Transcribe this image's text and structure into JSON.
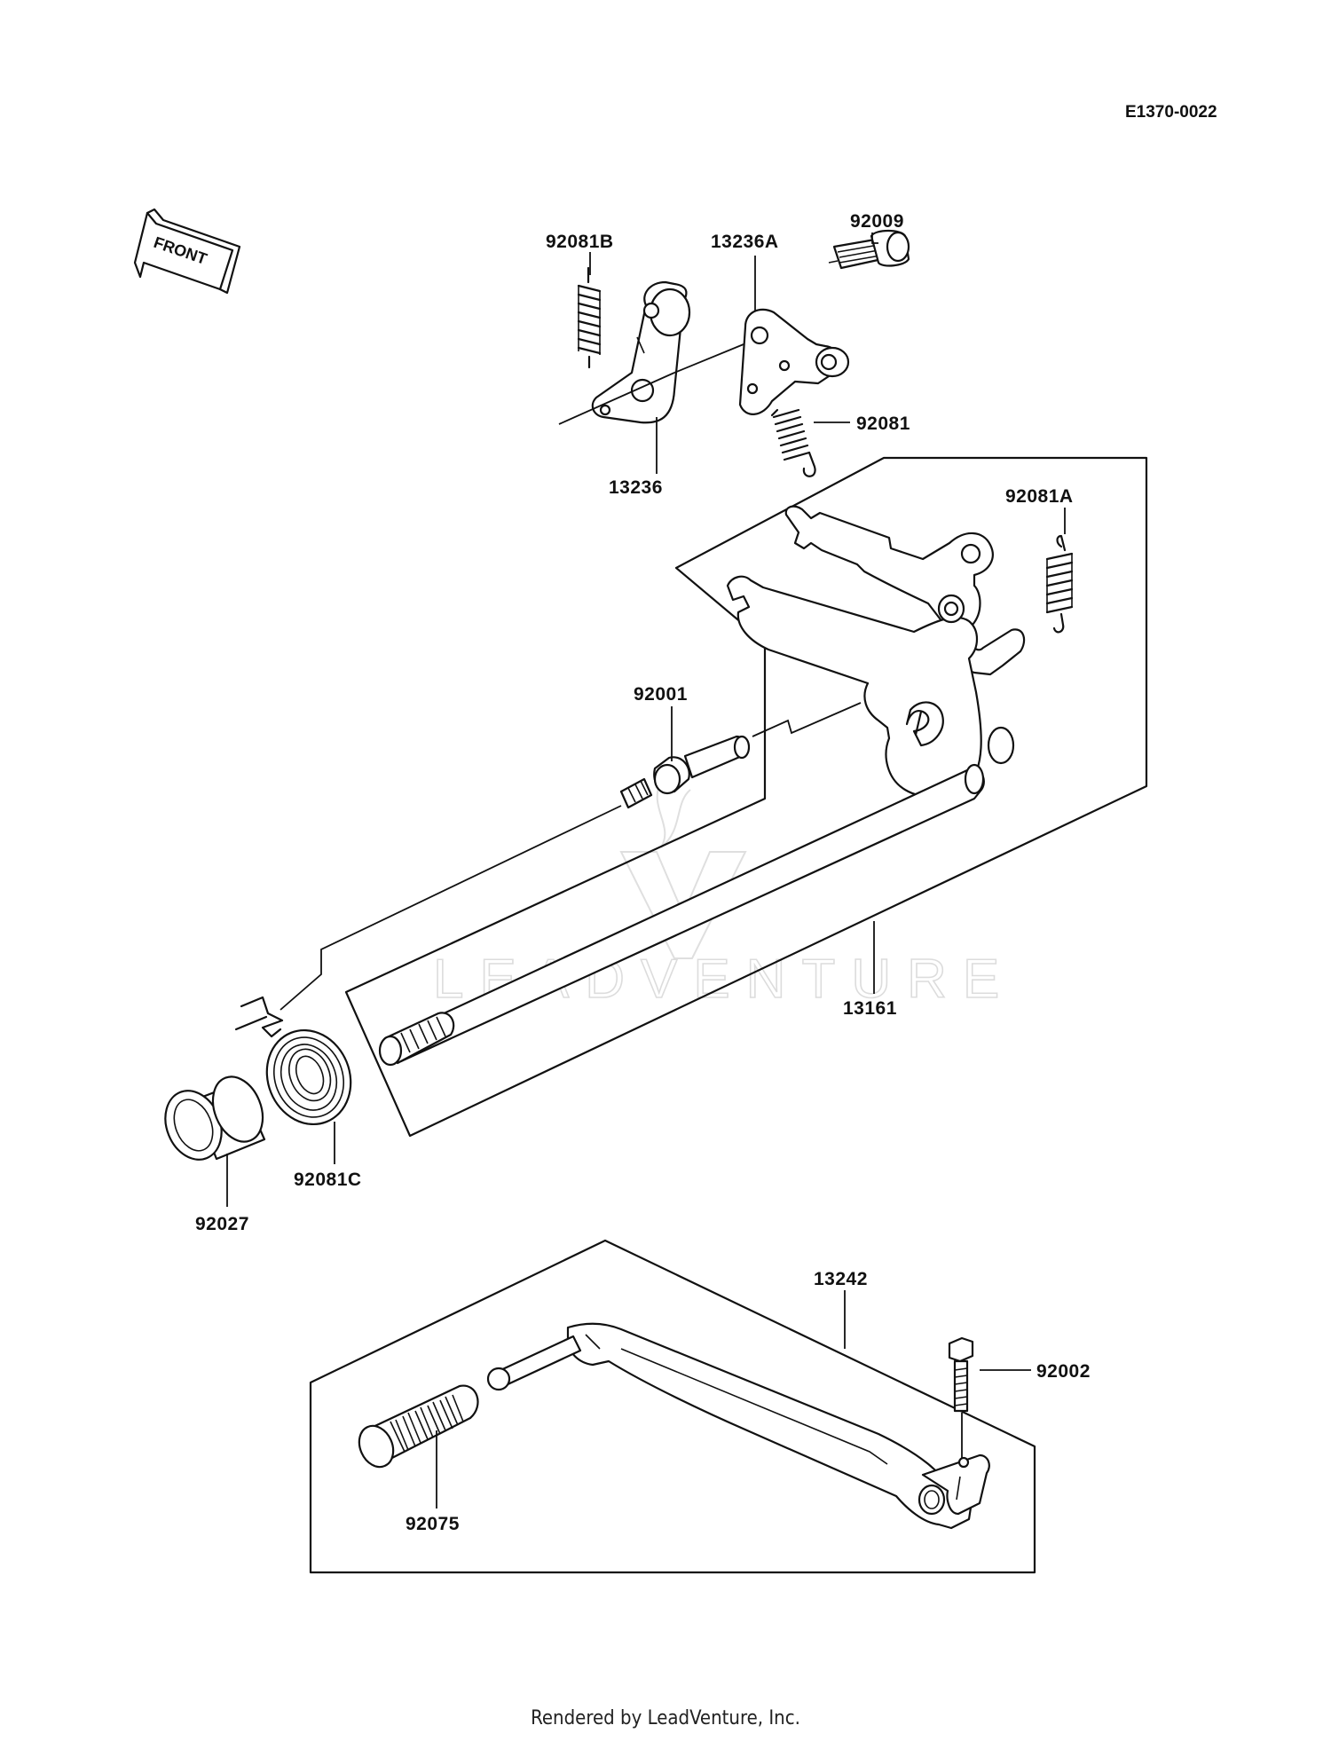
{
  "diagram_code": "E1370-0022",
  "front_arrow_label": "FRONT",
  "watermark": "LEADVENTURE",
  "footer": "Rendered by LeadVenture, Inc.",
  "parts": {
    "p92081B": "92081B",
    "p13236A": "13236A",
    "p92009": "92009",
    "p92081": "92081",
    "p13236": "13236",
    "p92081A": "92081A",
    "p92001": "92001",
    "p13161": "13161",
    "p92081C": "92081C",
    "p92027": "92027",
    "p13242": "13242",
    "p92002": "92002",
    "p92075": "92075"
  }
}
